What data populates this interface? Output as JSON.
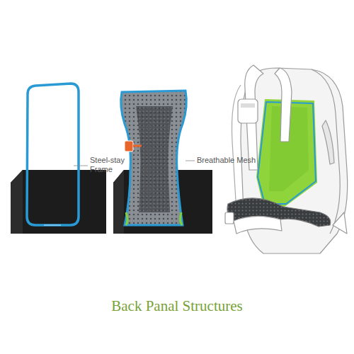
{
  "diagram": {
    "caption": "Back Panal Structures",
    "labels": [
      "Steel-stay Frame",
      "Breathable Mesh"
    ]
  }
}
